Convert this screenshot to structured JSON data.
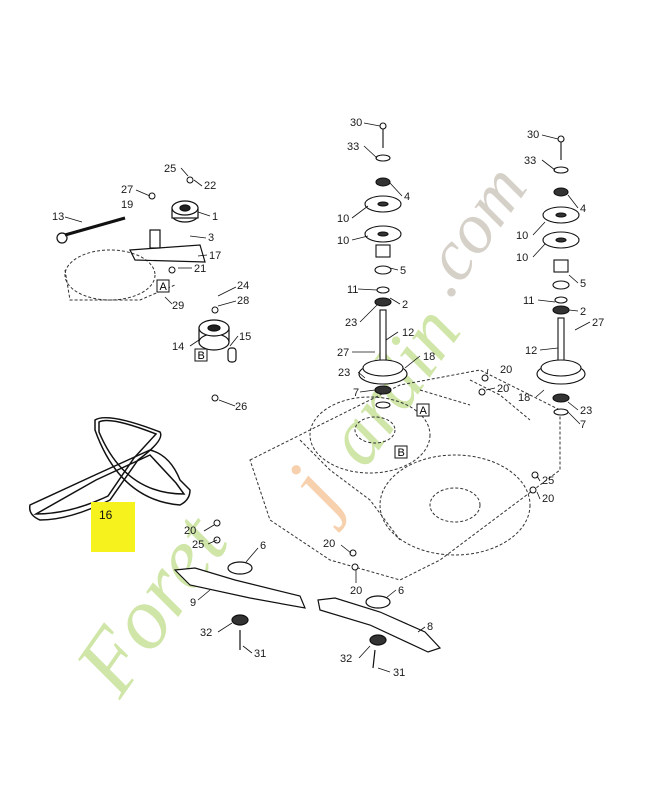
{
  "highlighted_part": "16",
  "section_markers": [
    "A",
    "B",
    "A",
    "B"
  ],
  "part_numbers": {
    "p30a": "30",
    "p33a": "33",
    "p4a": "4",
    "p10a1": "10",
    "p10a2": "10",
    "p5a": "5",
    "p11a": "11",
    "p2a": "2",
    "p23a": "23",
    "p12a": "12",
    "p27a": "27",
    "p18a": "18",
    "p23b": "23",
    "p7a": "7",
    "p20a": "20",
    "p20b": "20",
    "p30b": "30",
    "p33b": "33",
    "p4b": "4",
    "p10b1": "10",
    "p10b2": "10",
    "p5b": "5",
    "p11b": "11",
    "p2b": "2",
    "p27b": "27",
    "p12b": "12",
    "p18b": "18",
    "p23c": "23",
    "p7b": "7",
    "p25a": "25",
    "p22": "22",
    "p27c": "27",
    "p19": "19",
    "p1": "1",
    "p13": "13",
    "p3": "3",
    "p17": "17",
    "p21": "21",
    "p29": "29",
    "p24": "24",
    "p28": "28",
    "p15": "15",
    "p14": "14",
    "p26": "26",
    "p25b": "25",
    "p20c": "20",
    "p20d": "20",
    "p25c": "25",
    "p6a": "6",
    "p20e": "20",
    "p20f": "20",
    "p9": "9",
    "p6b": "6",
    "p8": "8",
    "p32a": "32",
    "p31a": "31",
    "p32b": "32",
    "p31b": "31"
  },
  "watermark_text": "Foretjardin.com",
  "colors": {
    "highlight": "#f5f21e",
    "watermark_green": "#c8e29a",
    "watermark_orange": "#f6c9a0",
    "watermark_grey": "#cfc9bf"
  }
}
